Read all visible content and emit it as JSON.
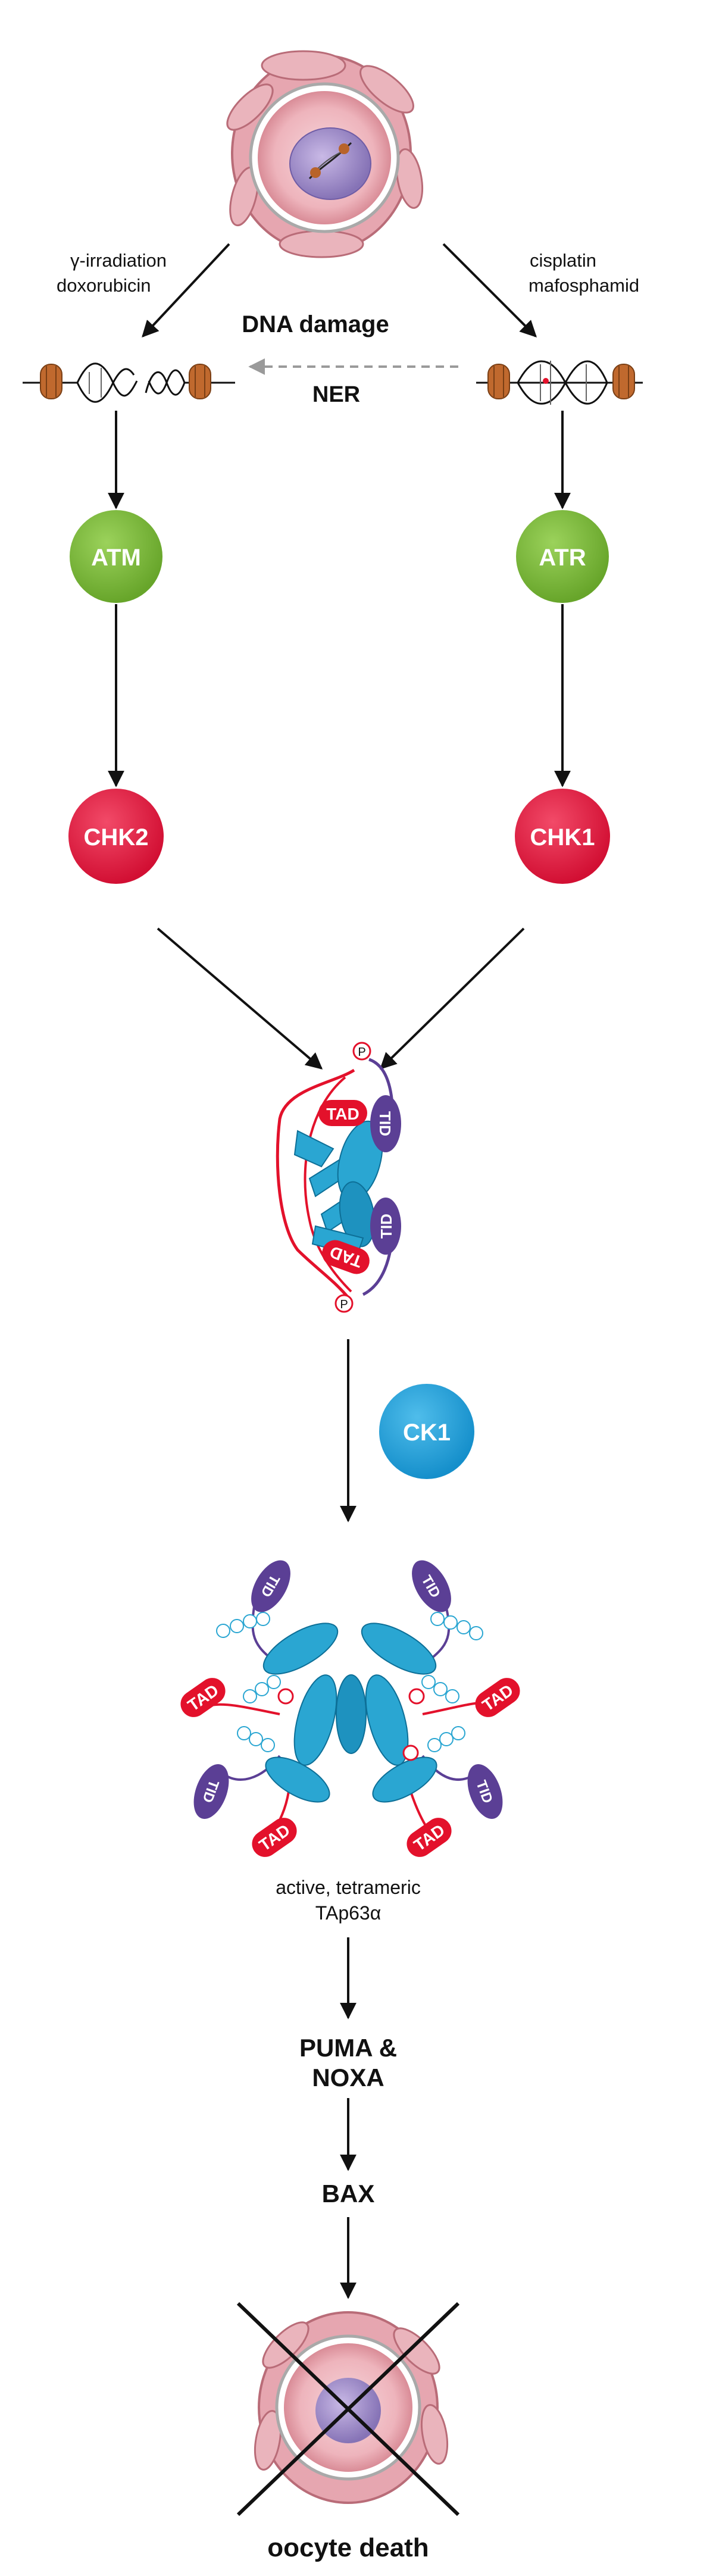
{
  "labels": {
    "left_agents_line1": "γ-irradiation",
    "left_agents_line2": "doxorubicin",
    "right_agents_line1": "cisplatin",
    "right_agents_line2": "mafosphamid",
    "dna_damage": "DNA damage",
    "ner": "NER",
    "atm": "ATM",
    "atr": "ATR",
    "chk2": "CHK2",
    "chk1": "CHK1",
    "ck1": "CK1",
    "tad": "TAD",
    "tid": "TID",
    "phospho": "P",
    "active_line1": "active, tetrameric",
    "active_line2": "TAp63α",
    "puma_line1": "PUMA &",
    "puma_line2": "NOXA",
    "bax": "BAX",
    "oocyte_death": "oocyte death"
  },
  "colors": {
    "kinase_green": "#7ab83a",
    "kinase_red": "#e5173f",
    "kinase_blue": "#1ca2dc",
    "protein_cyan": "#2aa6d2",
    "tad_red": "#e3112b",
    "tid_purple": "#5b3f95",
    "cell_pink": "#e9a2ab",
    "nucleus_purple": "#9b86c4",
    "dna_orange": "#b8632a",
    "ner_arrow_gray": "#9a9a9a"
  },
  "icons": [
    "oocyte-cell",
    "dna-double-strand-break",
    "dna-crosslink",
    "tap63-dimer",
    "tap63-tetramer",
    "cross-mark"
  ]
}
